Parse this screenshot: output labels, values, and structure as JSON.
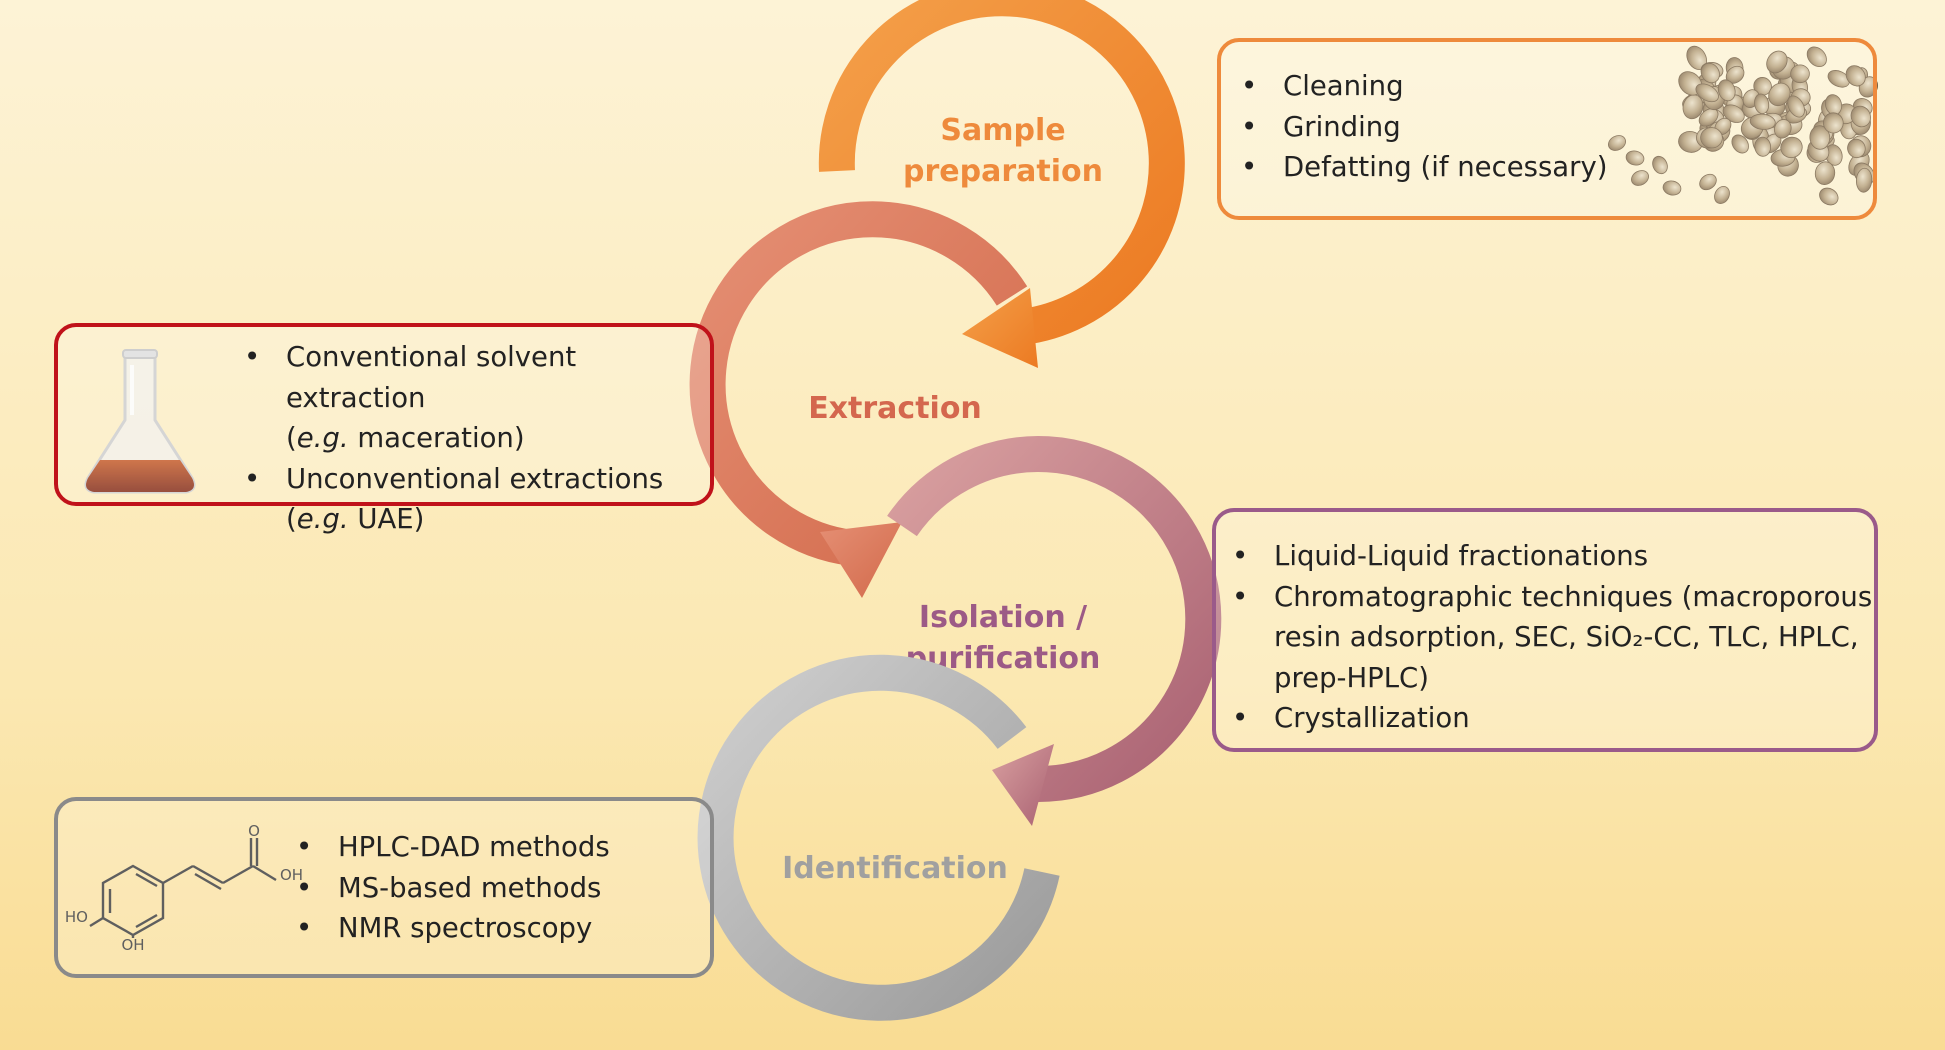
{
  "colors": {
    "sample_preparation": "#ee8a3c",
    "extraction": "#d9735a",
    "isolation": "#b5707f",
    "identification": "#a3a3a3",
    "sample_box_border": "#ee8a3c",
    "extraction_box_border": "#c0121a",
    "isolation_box_border": "#9a5a8a",
    "identification_box_border": "#8a8a8a",
    "sample_label": "#ee8a3c",
    "extraction_label": "#d4674e",
    "isolation_label": "#9c5a86",
    "identification_label": "#a0a0a0"
  },
  "stages": {
    "sample_preparation": {
      "line1": "Sample",
      "line2": "preparation"
    },
    "extraction": {
      "line1": "Extraction"
    },
    "isolation": {
      "line1": "Isolation /",
      "line2": "purification"
    },
    "identification": {
      "line1": "Identification"
    }
  },
  "boxes": {
    "sample_preparation": {
      "bullet": "•",
      "items": [
        {
          "lines": [
            "Cleaning"
          ]
        },
        {
          "lines": [
            "Grinding"
          ]
        },
        {
          "lines": [
            "Defatting (if necessary)"
          ]
        }
      ],
      "image": "seeds-image"
    },
    "extraction": {
      "bullet": "•",
      "items": [
        {
          "lines": [
            "Conventional solvent extraction"
          ],
          "eg": "e.g.",
          "after": " maceration)"
        },
        {
          "lines": [
            "Unconventional extractions"
          ],
          "eg": "e.g.",
          "after": " UAE)"
        }
      ],
      "open_paren": "(",
      "image": "flask-icon"
    },
    "isolation": {
      "bullet": "•",
      "items": [
        {
          "lines": [
            "Liquid-Liquid fractionations"
          ]
        },
        {
          "lines": [
            "Chromatographic techniques (macroporous",
            "resin adsorption, SEC, SiO₂-CC, TLC, HPLC,",
            "prep-HPLC)"
          ]
        },
        {
          "lines": [
            "Crystallization"
          ]
        }
      ]
    },
    "identification": {
      "bullet": "•",
      "items": [
        {
          "lines": [
            "HPLC-DAD methods"
          ]
        },
        {
          "lines": [
            "MS-based methods"
          ]
        },
        {
          "lines": [
            "NMR spectroscopy"
          ]
        }
      ],
      "molecule": {
        "o_label": "O",
        "oh_acid": "OH",
        "ho": "HO",
        "oh": "OH"
      }
    }
  }
}
